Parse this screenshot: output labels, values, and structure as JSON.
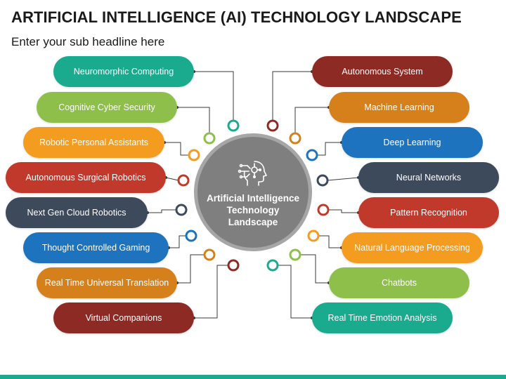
{
  "header": {
    "title": "ARTIFICIAL INTELLIGENCE (AI) TECHNOLOGY LANDSCAPE",
    "subtitle": "Enter your sub headline here"
  },
  "center": {
    "label": "Artificial Intelligence Technology Landscape",
    "icon": "ai-head-circuit-icon"
  },
  "left_items": [
    {
      "label": "Neuromorphic Computing",
      "color": "#1aaa8e"
    },
    {
      "label": "Cognitive Cyber Security",
      "color": "#8dbf4a"
    },
    {
      "label": "Robotic Personal Assistants",
      "color": "#f39c1f"
    },
    {
      "label": "Autonomous Surgical Robotics",
      "color": "#c0392b"
    },
    {
      "label": "Next Gen Cloud Robotics",
      "color": "#3d4a5c"
    },
    {
      "label": "Thought Controlled Gaming",
      "color": "#1e73be"
    },
    {
      "label": "Real Time Universal Translation",
      "color": "#d5801a"
    },
    {
      "label": "Virtual Companions",
      "color": "#8e2a24"
    }
  ],
  "right_items": [
    {
      "label": "Autonomous System",
      "color": "#8e2a24"
    },
    {
      "label": "Machine Learning",
      "color": "#d5801a"
    },
    {
      "label": "Deep Learning",
      "color": "#1e73be"
    },
    {
      "label": "Neural Networks",
      "color": "#3d4a5c"
    },
    {
      "label": "Pattern Recognition",
      "color": "#c0392b"
    },
    {
      "label": "Natural Language Processing",
      "color": "#f39c1f"
    },
    {
      "label": "Chatbots",
      "color": "#8dbf4a"
    },
    {
      "label": "Real Time Emotion Analysis",
      "color": "#1aaa8e"
    }
  ],
  "colors": {
    "center_fill": "#7f7f7f",
    "center_border": "#a6a6a6",
    "connector": "#3a3a3a",
    "accent_bar": "#1aaa8e"
  }
}
